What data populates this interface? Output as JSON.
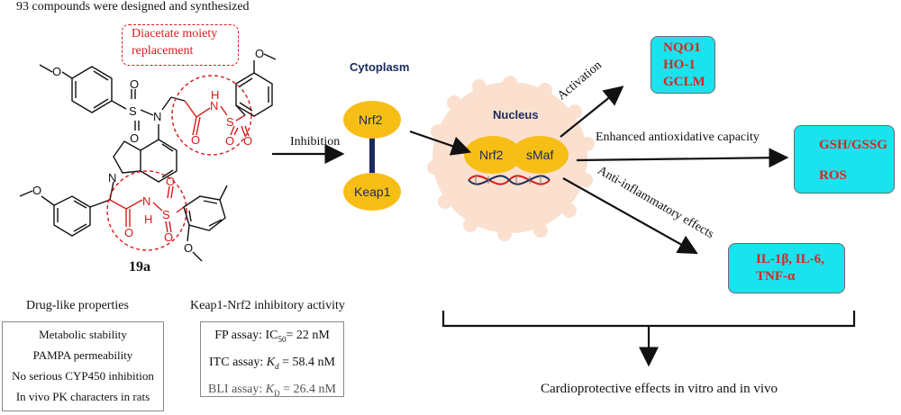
{
  "header": {
    "title": "93 compounds were designed and synthesized"
  },
  "molecule": {
    "callout": [
      "Diacetate moiety",
      "replacement"
    ],
    "compound_label": "19a",
    "atoms": {
      "o_methoxy": "O",
      "s": "S",
      "n": "N",
      "h": "H",
      "o": "O"
    }
  },
  "pathway": {
    "inhibition_label": "Inhibition",
    "cytoplasm_label": "Cytoplasm",
    "nrf2_label": "Nrf2",
    "keap1_label": "Keap1",
    "nucleus_label": "Nucleus",
    "nucleus_nrf2": "Nrf2",
    "smaf_label": "sMaf",
    "activation_label": "Activation",
    "antioxidative_label": "Enhanced antioxidative capacity",
    "antiinflammatory_label": "Anti-inflammatory effects"
  },
  "genes_box": [
    "NQO1",
    "HO-1",
    "GCLM"
  ],
  "antioxidant_box": {
    "item1": "GSH/GSSG",
    "item2": "ROS"
  },
  "inflammation_box": {
    "line1": "IL-1β, IL-6,",
    "line2": "TNF-α"
  },
  "druglike": {
    "title": "Drug-like properties",
    "items": [
      "Metabolic stability",
      "PAMPA permeability",
      "No serious CYP450 inhibition",
      "In vivo PK characters in rats"
    ]
  },
  "activity": {
    "title": "Keap1-Nrf2 inhibitory activity",
    "fp": {
      "prefix": "FP assay: IC",
      "sub": "50",
      "suffix": "= 22 nM"
    },
    "itc": {
      "prefix": "ITC assay: ",
      "k": "K",
      "sub": "d",
      "suffix": " = 58.4 nM"
    },
    "bli": {
      "prefix": "BLI assay: ",
      "k": "K",
      "sub": "D",
      "suffix": " = 26.4 nM"
    }
  },
  "conclusion": "Cardioprotective effects in vitro and in vivo",
  "colors": {
    "cyan": "#19e3ee",
    "red": "#d81b1b",
    "gold": "#f7be16",
    "nucleus": "#fbe0cf",
    "navy": "#1a2a5e"
  }
}
